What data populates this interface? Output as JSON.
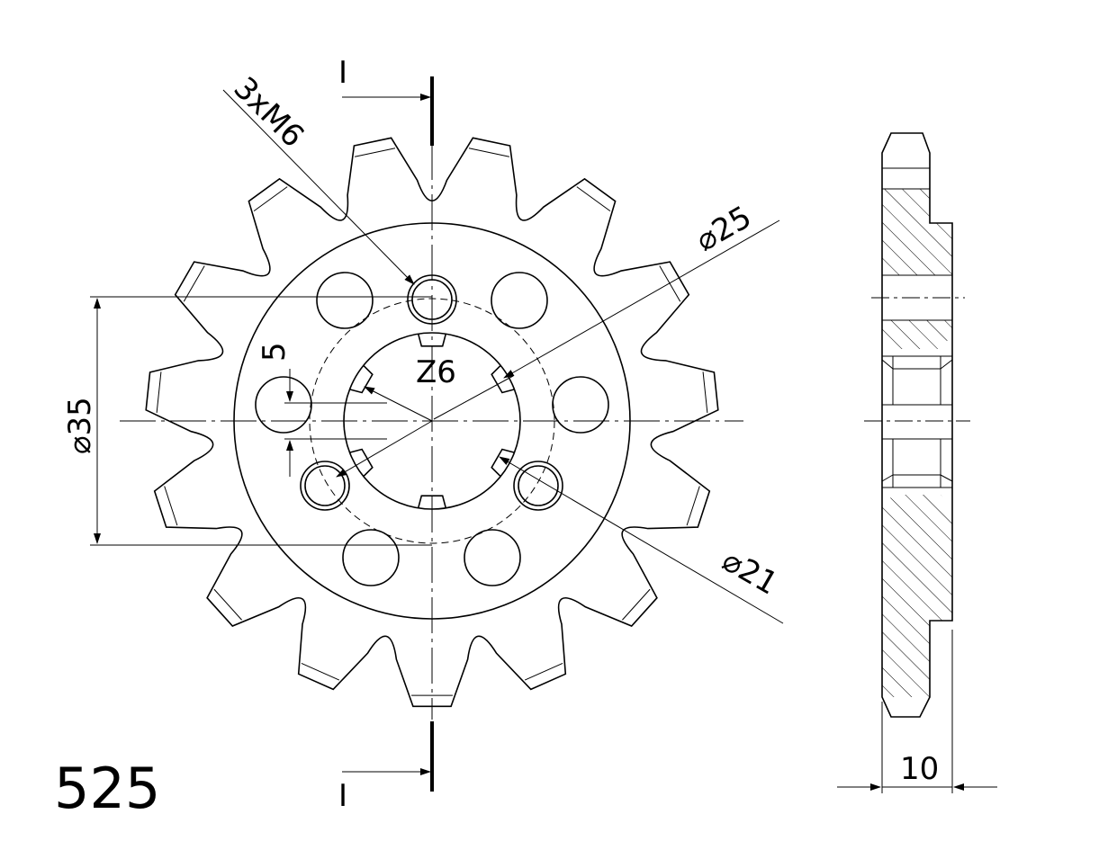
{
  "drawing": {
    "chain_pitch": "525",
    "thread_label": "3xM6",
    "diameter_25": "⌀25",
    "diameter_35": "⌀35",
    "diameter_21": "⌀21",
    "offset_5": "5",
    "spline_label": "Z6",
    "thickness_10": "10",
    "section_mark_top": "I",
    "section_mark_bottom": "I",
    "teeth_count": 15
  }
}
